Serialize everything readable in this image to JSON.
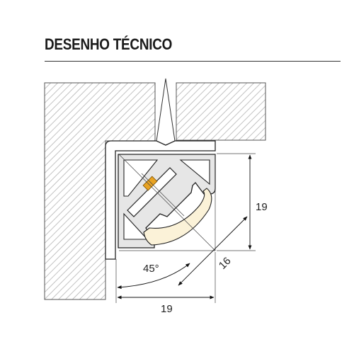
{
  "header": {
    "title": "DESENHO TÉCNICO"
  },
  "dimensions": {
    "height_right": "19",
    "width_bottom": "19",
    "diagonal": "16",
    "angle": "45°"
  },
  "colors": {
    "hatch": "#b3b3b3",
    "profile_fill": "#e6e6e6",
    "led": "#e8a323",
    "diffuser": "#fbf2d8"
  }
}
